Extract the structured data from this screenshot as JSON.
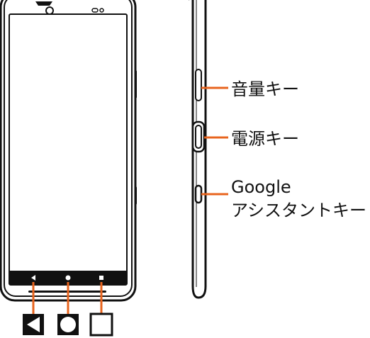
{
  "callouts": {
    "volume_key": "音量キー",
    "power_key": "電源キー",
    "assistant_key_line1": "Google",
    "assistant_key_line2": "アシスタントキー"
  },
  "nav_buttons": [
    {
      "name": "back",
      "icon": "back-triangle-icon"
    },
    {
      "name": "home",
      "icon": "home-circle-icon"
    },
    {
      "name": "recent-apps",
      "icon": "recent-apps-square-icon"
    }
  ],
  "colors": {
    "callout_line": "#E8641E",
    "outline": "#111111",
    "nav_bar": "#111111"
  }
}
